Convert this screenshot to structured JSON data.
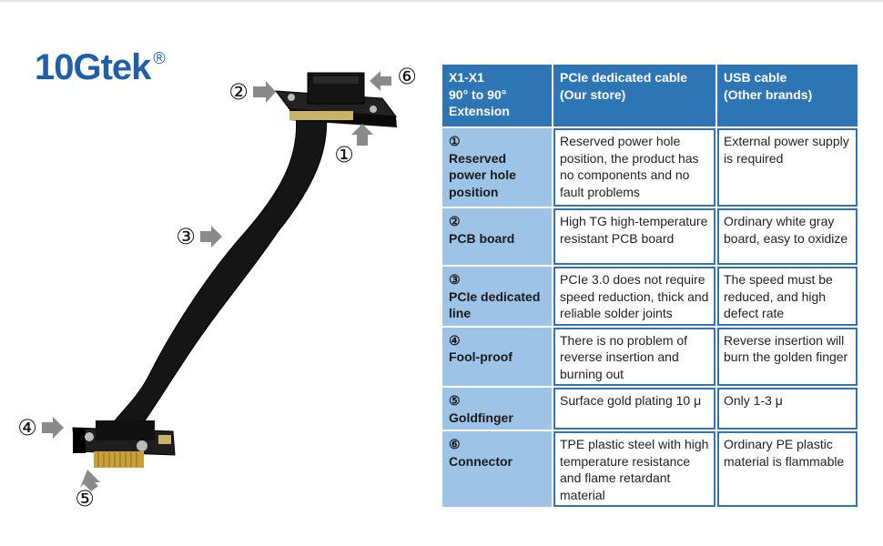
{
  "logo": {
    "text": "10Gtek",
    "reg": "®"
  },
  "callouts": {
    "c1": "①",
    "c2": "②",
    "c3": "③",
    "c4": "④",
    "c5": "⑤",
    "c6": "⑥"
  },
  "table": {
    "headers": [
      "X1-X1\n90° to 90°\nExtension",
      "PCIe dedicated cable\n(Our store)",
      "USB cable\n(Other brands)"
    ],
    "rows": [
      {
        "num": "①",
        "feature": "Reserved power hole position",
        "ours": "Reserved power hole position, the product has no components and no fault problems",
        "other": "External power supply is required"
      },
      {
        "num": "②",
        "feature": "PCB board",
        "ours": "High TG high-temperature resistant PCB board",
        "other": "Ordinary white gray board, easy to oxidize"
      },
      {
        "num": "③",
        "feature": "PCIe dedicated line",
        "ours": "PCIe 3.0 does not require speed reduction, thick and reliable solder joints",
        "other": "The speed must be reduced, and high defect rate"
      },
      {
        "num": "④",
        "feature": "Fool-proof",
        "ours": "There is no problem of reverse insertion and burning out",
        "other": "Reverse insertion will burn the golden finger"
      },
      {
        "num": "⑤",
        "feature": "Goldfinger",
        "ours": "Surface gold plating 10 μ",
        "other": "Only 1-3 μ"
      },
      {
        "num": "⑥",
        "feature": "Connector",
        "ours": "TPE plastic steel with high temperature resistance and flame retardant material",
        "other": "Ordinary PE plastic material is flammable"
      }
    ]
  },
  "colors": {
    "header": "#2e75b6",
    "feature": "#9dc3e6",
    "logo": "#1f5fa8",
    "arrow": "#8a8a8a"
  }
}
